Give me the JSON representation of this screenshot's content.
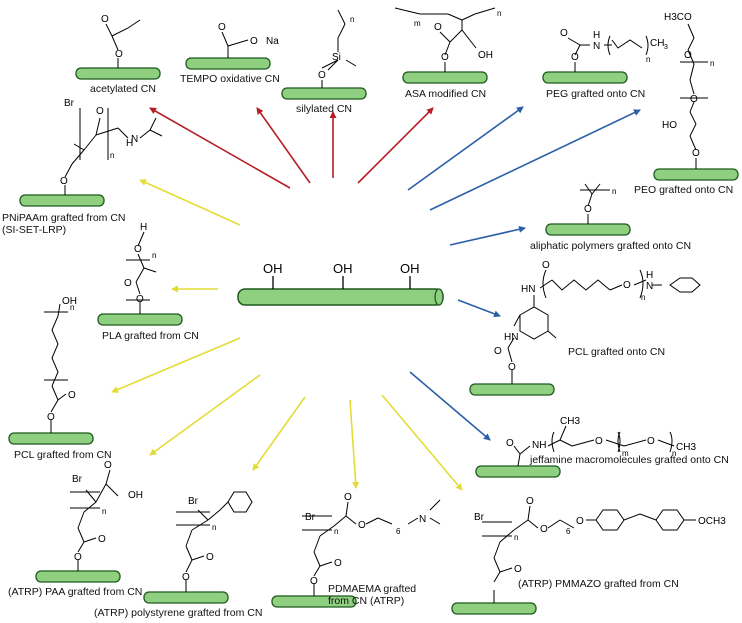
{
  "center": {
    "hydroxyls": [
      "OH",
      "OH",
      "OH"
    ]
  },
  "colors": {
    "modification": "#b41e24",
    "grafted_onto": "#2a5fa8",
    "grafted_from": "#e3dc36",
    "rod_fill": "#8fcf80",
    "rod_stroke": "#1f5a1f"
  },
  "labels": {
    "acetylated": "acetylated CN",
    "tempo": "TEMPO oxidative CN",
    "silylated": "silylated CN",
    "asa": "ASA modified CN",
    "peg": "PEG grafted onto CN",
    "peo": "PEO grafted onto CN",
    "pnipaam_1": "PNiPAAm grafted from CN",
    "pnipaam_2": "(SI-SET-LRP)",
    "aliphatic": "aliphatic polymers grafted onto CN",
    "pla": "PLA grafted from CN",
    "pcl_onto": "PCL grafted onto CN",
    "pcl_from": "PCL grafted from CN",
    "jeffamine": "jeffamine macromolecules grafted onto CN",
    "paa": "(ATRP) PAA grafted from CN",
    "polystyrene": "(ATRP) polystyrene grafted from CN",
    "pdmaema_1": "PDMAEMA grafted",
    "pdmaema_2": "from CN (ATRP)",
    "pmmazo": "(ATRP) PMMAZO grafted from CN"
  },
  "chem": {
    "acetyl_o": "O",
    "acetyl_o2": "O",
    "tempo_o": "O",
    "tempo_o2": "O",
    "tempo_na": "Na",
    "silyl_si": "Si",
    "silyl_o": "O",
    "silyl_n": "n",
    "asa_o1": "O",
    "asa_o2": "O",
    "asa_oh": "OH",
    "asa_m": "m",
    "asa_n": "n",
    "peg_o1": "O",
    "peg_h": "H",
    "peg_n": "N",
    "peg_o2": "O",
    "peg_ch3": "CH",
    "peg_sub": "3",
    "peg_idx": "n",
    "peo_h3co": "H3CO",
    "peo_o1": "O",
    "peo_o2": "O",
    "peo_ho": "HO",
    "peo_o3": "O",
    "peo_n": "n",
    "pni_br": "Br",
    "pni_o1": "O",
    "pni_h": "H",
    "pni_n": "N",
    "pni_o2": "O",
    "pni_idx": "n",
    "ali_o": "O",
    "ali_n": "n",
    "pla_h": "H",
    "pla_o1": "O",
    "pla_o2": "O",
    "pla_o3": "O",
    "pla_n": "n",
    "pcl_hn1": "HN",
    "pcl_o1": "O",
    "pcl_o2": "O",
    "pcl_n": "N",
    "pcl_h": "H",
    "pcl_idx": "n",
    "pcl_hn2": "HN",
    "pcl_o3": "O",
    "pcl_o4": "O",
    "pclf_oh": "OH",
    "pclf_o1": "O",
    "pclf_o2": "O",
    "pclf_n": "n",
    "jef_o": "O",
    "jef_nh": "NH",
    "jef_ch3a": "CH3",
    "jef_o2": "O",
    "jef_o3": "O",
    "jef_ch3b": "CH3",
    "jef_m": "m",
    "jef_n": "n",
    "paa_br": "Br",
    "paa_oh": "OH",
    "paa_o1": "O",
    "paa_o2": "O",
    "paa_o3": "O",
    "paa_n": "n",
    "ps_br": "Br",
    "ps_o1": "O",
    "ps_o2": "O",
    "ps_n": "n",
    "pdm_br": "Br",
    "pdm_o1": "O",
    "pdm_o2": "O",
    "pdm_o3": "O",
    "pdm_o4": "O",
    "pdm_n": "N",
    "pdm_idx": "6",
    "pdm_n2": "n",
    "pmm_br": "Br",
    "pmm_o1": "O",
    "pmm_o2": "O",
    "pmm_o3": "O",
    "pmm_o4": "O",
    "pmm_och3": "OCH3",
    "pmm_idx": "6",
    "pmm_n": "n"
  }
}
